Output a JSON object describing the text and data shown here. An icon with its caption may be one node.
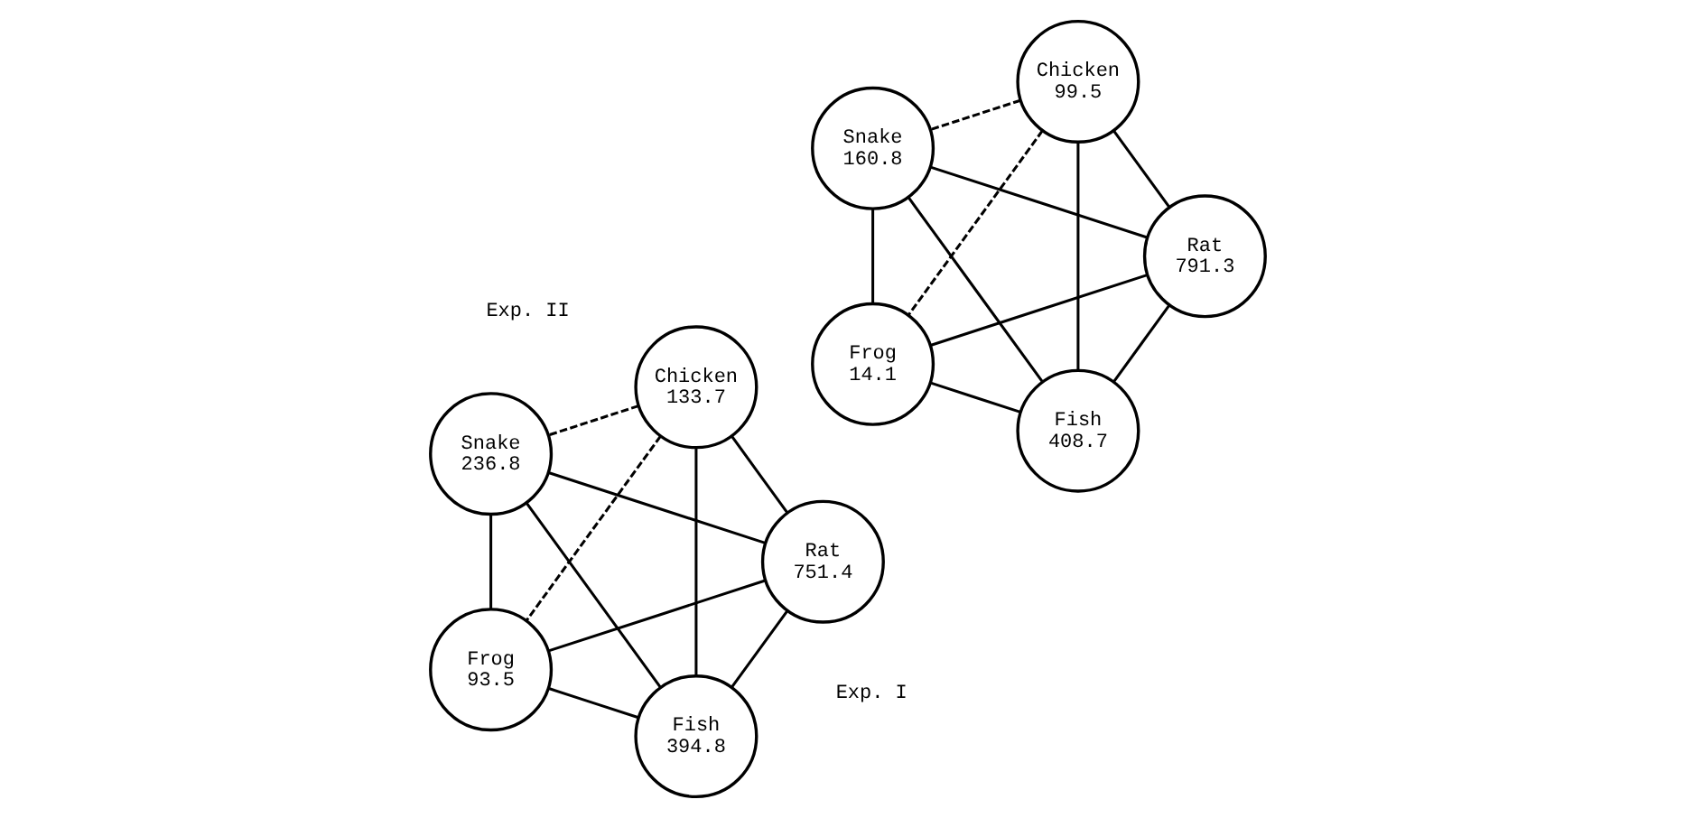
{
  "diagram": {
    "nodes": [
      {
        "text": [
          "Fish",
          "394.8"
        ]
      },
      {
        "text": [
          "Rat",
          "751.4"
        ]
      },
      {
        "text": [
          "Snake",
          "236.8"
        ]
      },
      {
        "text": [
          "Chicken",
          "133.7"
        ]
      },
      {
        "text": [
          "Frog",
          "93.5"
        ]
      },
      {
        "text": [
          "Fish",
          "408.7"
        ]
      },
      {
        "text": [
          "Rat",
          "791.3"
        ]
      },
      {
        "text": [
          "Snake",
          "160.8"
        ]
      },
      {
        "text": [
          "Chicken",
          "99.5"
        ]
      },
      {
        "text": [
          "Frog",
          "14.1"
        ]
      }
    ],
    "edges": [
      {
        "from": 0,
        "to": 1,
        "arrow": "none"
      },
      {
        "from": 0,
        "to": 3,
        "arrow": "none"
      },
      {
        "from": 0,
        "to": 4,
        "arrow": "none"
      },
      {
        "from": 0,
        "to": 2,
        "arrow": "none"
      },
      {
        "from": 1,
        "to": 3,
        "arrow": "none"
      },
      {
        "from": 1,
        "to": 4,
        "arrow": "none"
      },
      {
        "from": 1,
        "to": 2,
        "arrow": "none"
      },
      {
        "from": 3,
        "to": 2,
        "arrow": "none",
        "style": "dashed"
      },
      {
        "from": 3,
        "to": 4,
        "arrow": "none",
        "style": "dashed"
      },
      {
        "from": 2,
        "to": 4,
        "arrow": "none"
      },
      {
        "from": 5,
        "to": 6,
        "arrow": "none"
      },
      {
        "from": 5,
        "to": 8,
        "arrow": "none"
      },
      {
        "from": 5,
        "to": 9,
        "arrow": "none"
      },
      {
        "from": 5,
        "to": 7,
        "arrow": "none"
      },
      {
        "from": 6,
        "to": 8,
        "arrow": "none"
      },
      {
        "from": 6,
        "to": 9,
        "arrow": "none"
      },
      {
        "from": 6,
        "to": 7,
        "arrow": "none"
      },
      {
        "from": 8,
        "to": 7,
        "arrow": "none",
        "style": "dashed"
      },
      {
        "from": 8,
        "to": 9,
        "arrow": "none",
        "style": "dashed"
      },
      {
        "from": 7,
        "to": 9,
        "arrow": "none"
      }
    ],
    "labels": [
      "Exp. I",
      "Exp. II"
    ]
  }
}
